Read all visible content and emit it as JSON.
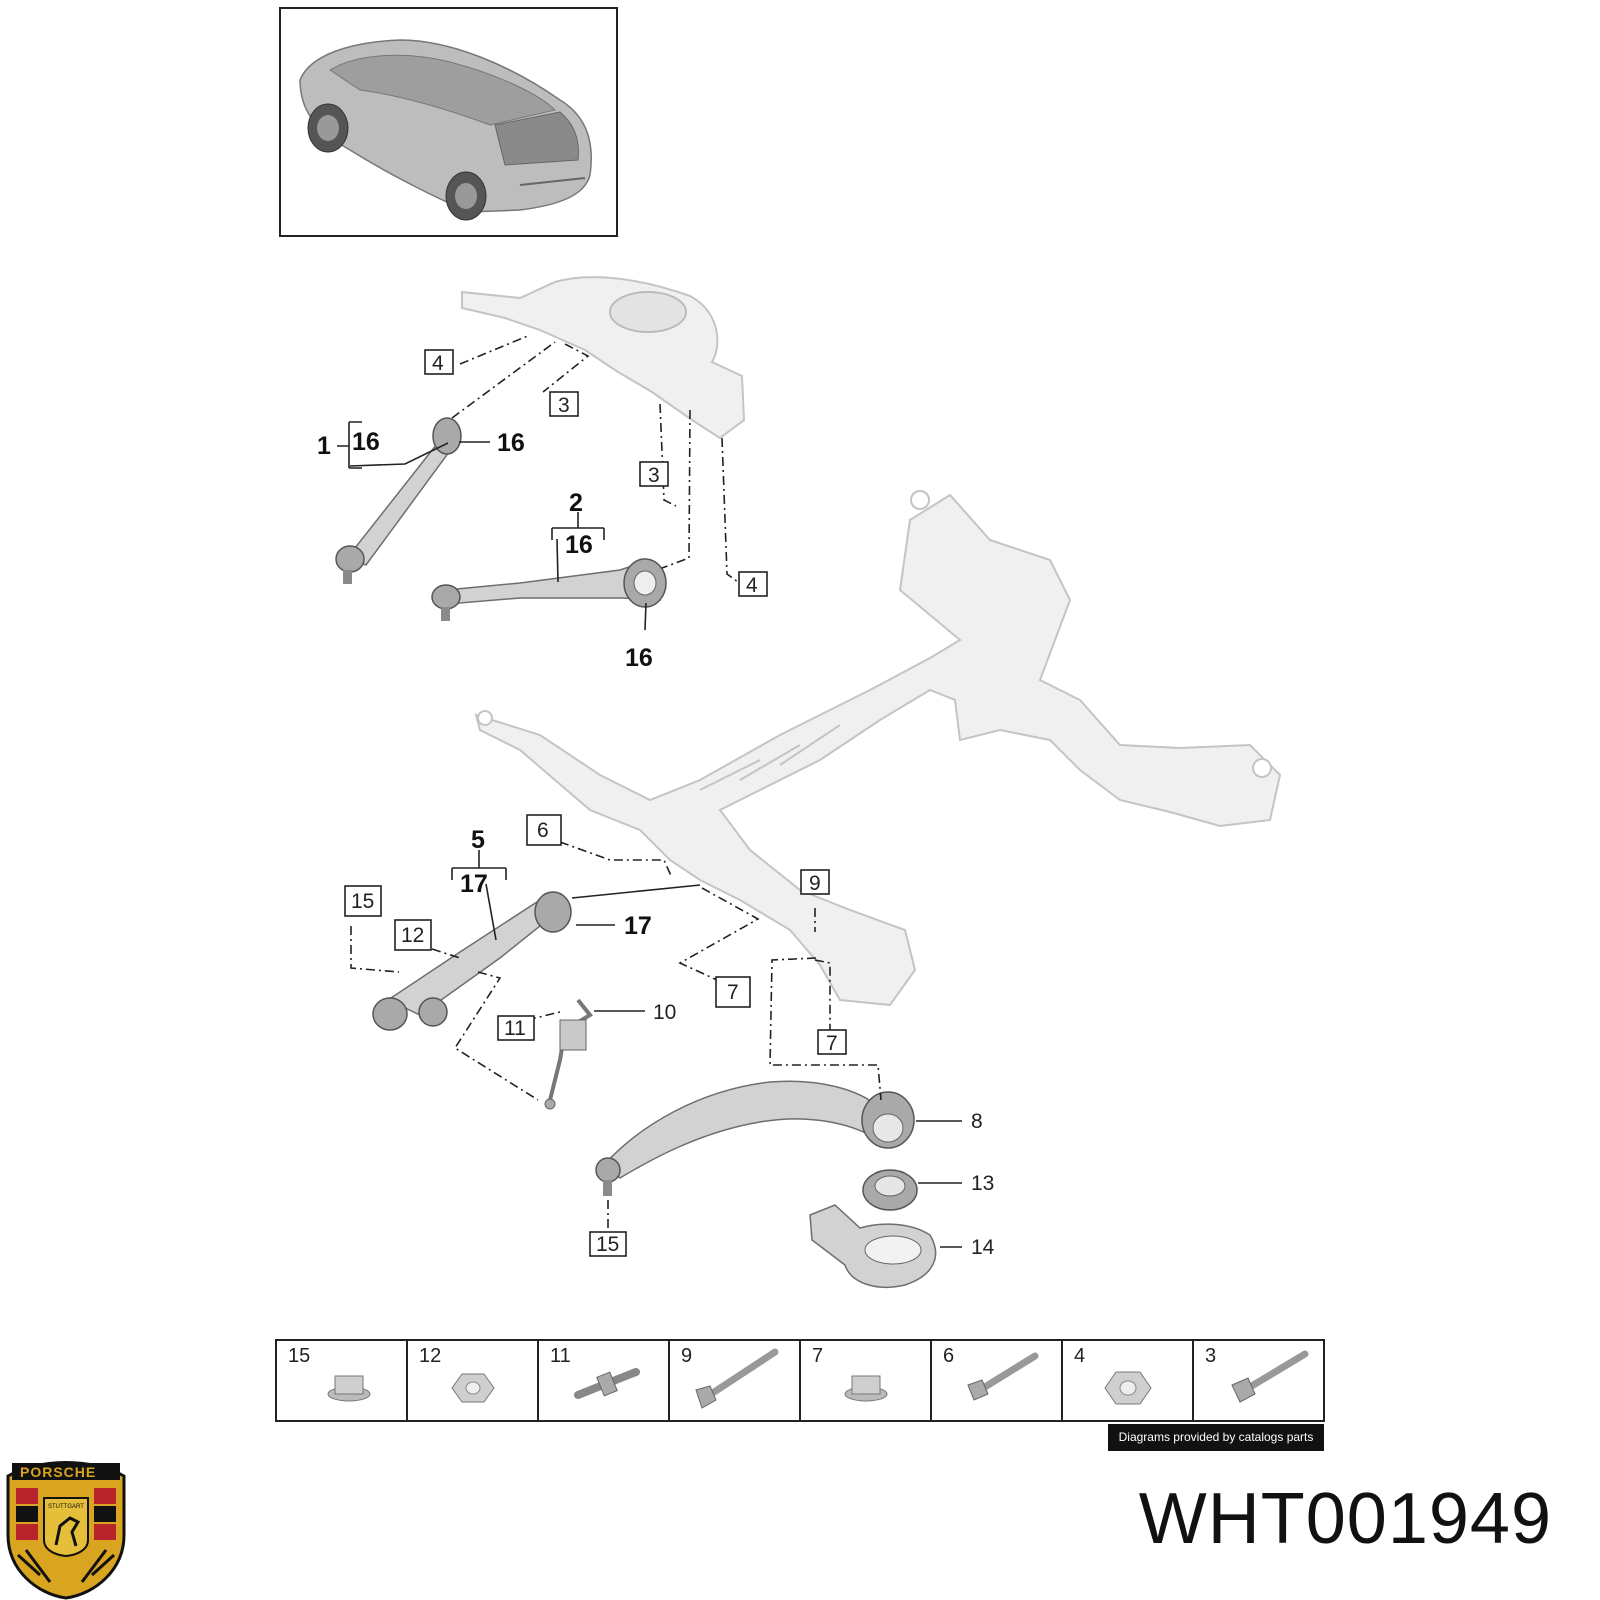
{
  "header": {
    "vehicle_thumbnail_icon": "porsche-suv-rear-view"
  },
  "callouts": {
    "c1": "1",
    "c16a": "16",
    "c16b": "16",
    "c2": "2",
    "c16c": "16",
    "c16d": "16",
    "c5": "5",
    "c17a": "17",
    "c17b": "17",
    "c4a": "4",
    "c3a": "3",
    "c3b": "3",
    "c4b": "4",
    "c6": "6",
    "c9": "9",
    "c7a": "7",
    "c7b": "7",
    "c15a": "15",
    "c12": "12",
    "c11": "11",
    "c10": "10",
    "c8": "8",
    "c13": "13",
    "c14": "14",
    "c15b": "15"
  },
  "hardware_strip": [
    {
      "num": "15",
      "icon": "flange-nut-icon"
    },
    {
      "num": "12",
      "icon": "hex-nut-icon"
    },
    {
      "num": "11",
      "icon": "stud-icon"
    },
    {
      "num": "9",
      "icon": "long-bolt-icon"
    },
    {
      "num": "7",
      "icon": "flange-nut-icon"
    },
    {
      "num": "6",
      "icon": "bolt-icon"
    },
    {
      "num": "4",
      "icon": "hex-nut-icon"
    },
    {
      "num": "3",
      "icon": "bolt-icon"
    }
  ],
  "footer": {
    "credit": "Diagrams provided by catalogs parts",
    "brand_logo": "porsche-crest-icon",
    "logo_text": "PORSCHE",
    "logo_subtext": "STUTTGART",
    "part_number": "WHT001949"
  },
  "colors": {
    "part_fill": "#d2d2d2",
    "frame_fill": "#f0f0f0",
    "crest_gold": "#d9a520",
    "crest_red": "#b8242b",
    "credit_bg": "#111111"
  }
}
